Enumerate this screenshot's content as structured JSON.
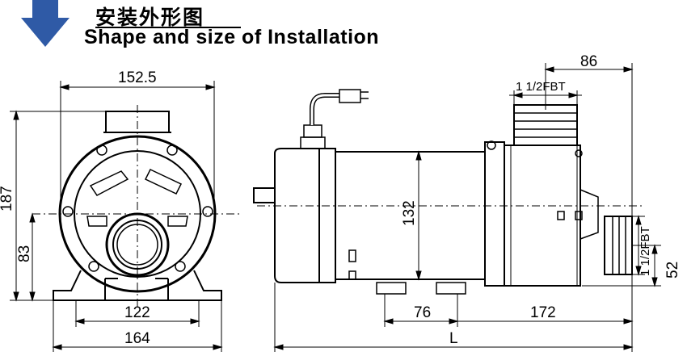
{
  "header": {
    "title_cn": "安装外形图",
    "title_en": "Shape and size of Installation"
  },
  "icon": "down-arrow-icon",
  "accent_color": "#2f5aa6",
  "dimensions": {
    "front_width": "152.5",
    "front_height": "187",
    "front_outlet_height": "83",
    "front_base_inner": "122",
    "front_base_outer": "164",
    "side_top_offset": "86",
    "side_outlet_label": "1 1/2FBT",
    "side_motor_height": "132",
    "side_inlet_label": "1 1/2FBT",
    "side_inlet_height": "52",
    "side_foot_width": "76",
    "side_pump_length": "172",
    "side_total_length": "L"
  }
}
